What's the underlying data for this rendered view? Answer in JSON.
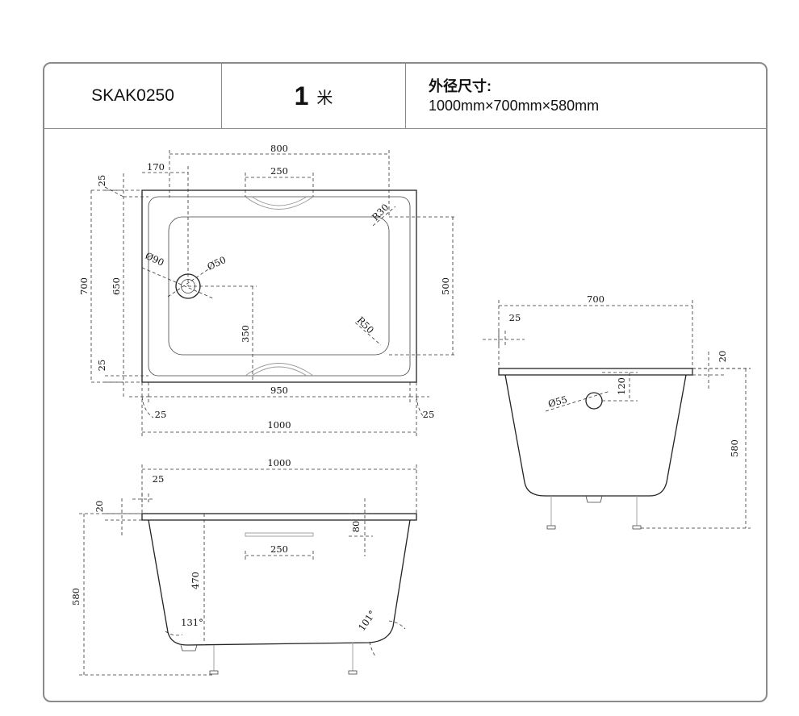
{
  "header": {
    "model": "SKAK0250",
    "quantity": "1",
    "unit": "米",
    "size_label": "外径尺寸:",
    "size_value": "1000mm×700mm×580mm"
  },
  "dims": {
    "top_800": "800",
    "top_170": "170",
    "top_250": "250",
    "top_25a": "25",
    "top_700": "700",
    "top_650": "650",
    "top_25b": "25",
    "top_r30": "R30",
    "top_500": "500",
    "top_d90": "Ø90",
    "top_d50": "Ø50",
    "top_350": "350",
    "top_r50": "R50",
    "top_950": "950",
    "top_25c": "25",
    "top_25d": "25",
    "top_1000": "1000",
    "side_700": "700",
    "side_25": "25",
    "side_20": "20",
    "side_d55": "Ø55",
    "side_120": "120",
    "side_580": "580",
    "front_1000": "1000",
    "front_25": "25",
    "front_20": "20",
    "front_80": "80",
    "front_250": "250",
    "front_470": "470",
    "front_580": "580",
    "front_131": "131°",
    "front_101": "101°"
  }
}
